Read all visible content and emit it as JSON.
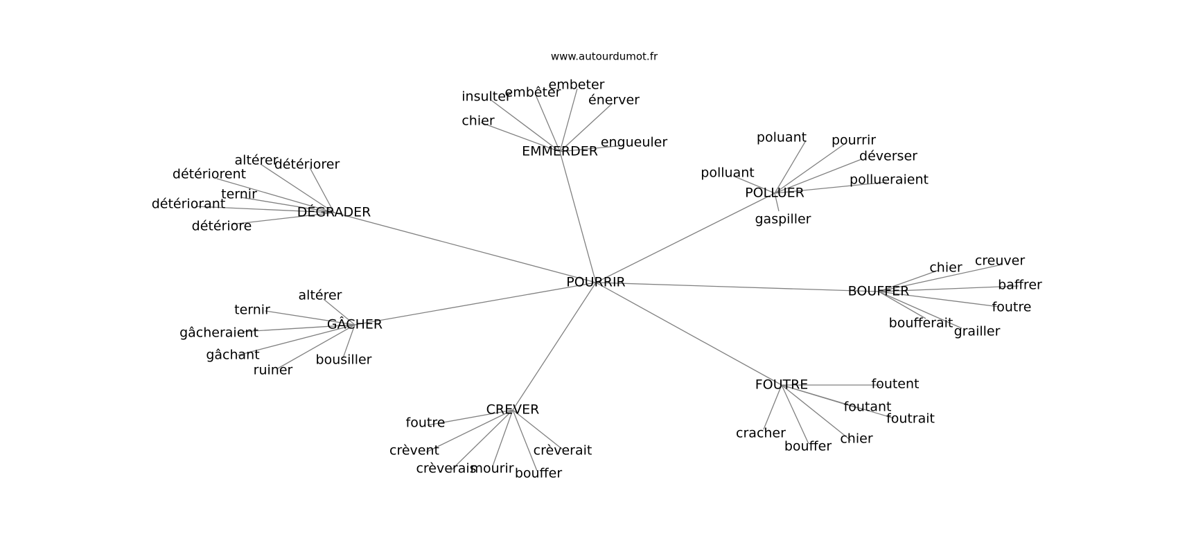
{
  "watermark": "www.autourdumot.fr",
  "center": "POURRIR",
  "hubs": [
    {
      "id": "emmerder",
      "label": "EMMERDER",
      "leaves": [
        "insulter",
        "embêter",
        "embeter",
        "énerver",
        "chier",
        "engueuler"
      ]
    },
    {
      "id": "degrader",
      "label": "DÉGRADER",
      "leaves": [
        "altérer",
        "détériorer",
        "détériorent",
        "ternir",
        "détériorant",
        "détériore"
      ]
    },
    {
      "id": "polluer",
      "label": "POLLUER",
      "leaves": [
        "poluant",
        "pourrir",
        "déverser",
        "polluant",
        "pollueraient",
        "gaspiller"
      ]
    },
    {
      "id": "bouffer",
      "label": "BOUFFER",
      "leaves": [
        "chier",
        "creuver",
        "baffrer",
        "foutre",
        "boufferait",
        "grailler"
      ]
    },
    {
      "id": "gacher",
      "label": "GÂCHER",
      "leaves": [
        "altérer",
        "ternir",
        "gâcheraient",
        "gâchant",
        "ruiner",
        "bousiller"
      ]
    },
    {
      "id": "foutre",
      "label": "FOUTRE",
      "leaves": [
        "foutent",
        "foutant",
        "foutrait",
        "cracher",
        "bouffer",
        "chier"
      ]
    },
    {
      "id": "crever",
      "label": "CREVER",
      "leaves": [
        "foutre",
        "crèvent",
        "crèverais",
        "mourir",
        "bouffer",
        "crèverait"
      ]
    }
  ]
}
